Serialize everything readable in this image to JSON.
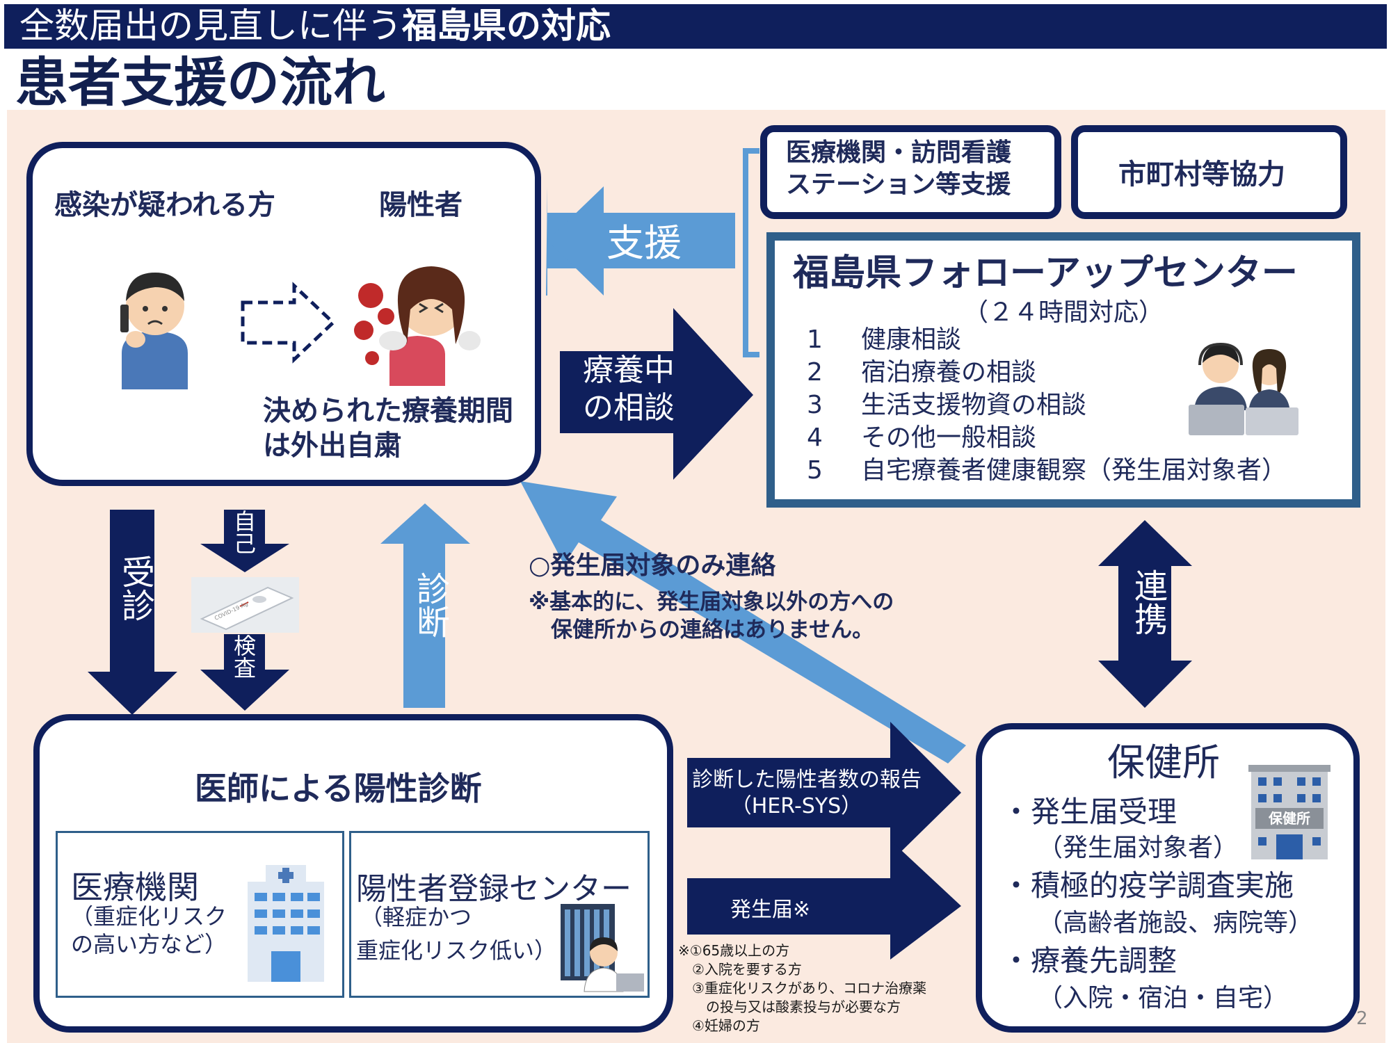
{
  "header": {
    "title_prefix": "全数届出の見直しに伴う",
    "title_bold": "福島県の対応",
    "subtitle": "患者支援の流れ"
  },
  "patient_box": {
    "label_suspected": "感染が疑われる方",
    "label_positive": "陽性者",
    "note_line1": "決められた療養期間",
    "note_line2": "は外出自粛"
  },
  "arrows": {
    "support": "支援",
    "consult_line1": "療養中",
    "consult_line2": "の相談",
    "visit": "受診",
    "self": "自己",
    "test": "検査",
    "diagnosis": "診断",
    "cooperation": "連携",
    "report_line1": "診断した陽性者数の報告",
    "report_line2": "（HER-SYS）",
    "notification": "発生届※"
  },
  "support_boxes": {
    "medical_line1": "医療機関・訪問看護",
    "medical_line2": "ステーション等支援",
    "municipal": "市町村等協力"
  },
  "followup_center": {
    "title": "福島県フォローアップセンター",
    "hours": "（２４時間対応）",
    "items": [
      {
        "num": "1",
        "text": "健康相談"
      },
      {
        "num": "2",
        "text": "宿泊療養の相談"
      },
      {
        "num": "3",
        "text": "生活支援物資の相談"
      },
      {
        "num": "4",
        "text": "その他一般相談"
      },
      {
        "num": "5",
        "text": "自宅療養者健康観察（発生届対象者）"
      }
    ]
  },
  "contact_note": {
    "heading": "○発生届対象のみ連絡",
    "line1": "※基本的に、発生届対象以外の方への",
    "line2": "保健所からの連絡はありません。"
  },
  "diagnosis_box": {
    "title": "医師による陽性診断",
    "medical_title": "医療機関",
    "medical_sub1": "（重症化リスク",
    "medical_sub2": "の高い方など）",
    "center_title": "陽性者登録センター",
    "center_sub1": "（軽症かつ",
    "center_sub2": "重症化リスク低い）"
  },
  "health_center": {
    "title": "保健所",
    "building_sign": "保健所",
    "items": [
      {
        "main": "・発生届受理",
        "sub": "（発生届対象者）"
      },
      {
        "main": "・積極的疫学調査実施",
        "sub": "（高齢者施設、病院等）"
      },
      {
        "main": "・療養先調整",
        "sub": "（入院・宿泊・自宅）"
      }
    ]
  },
  "footnote": {
    "line1": "※①65歳以上の方",
    "line2": "②入院を要する方",
    "line3": "③重症化リスクがあり、コロナ治療薬",
    "line4": "の投与又は酸素投与が必要な方",
    "line5": "④妊婦の方"
  },
  "page_number": "2",
  "colors": {
    "navy": "#0f1f5c",
    "light_blue": "#5b9bd5",
    "panel_bg": "#fbeae0",
    "center_border": "#2f5f8a"
  },
  "test_kit_label": "COVID-19 Ag"
}
